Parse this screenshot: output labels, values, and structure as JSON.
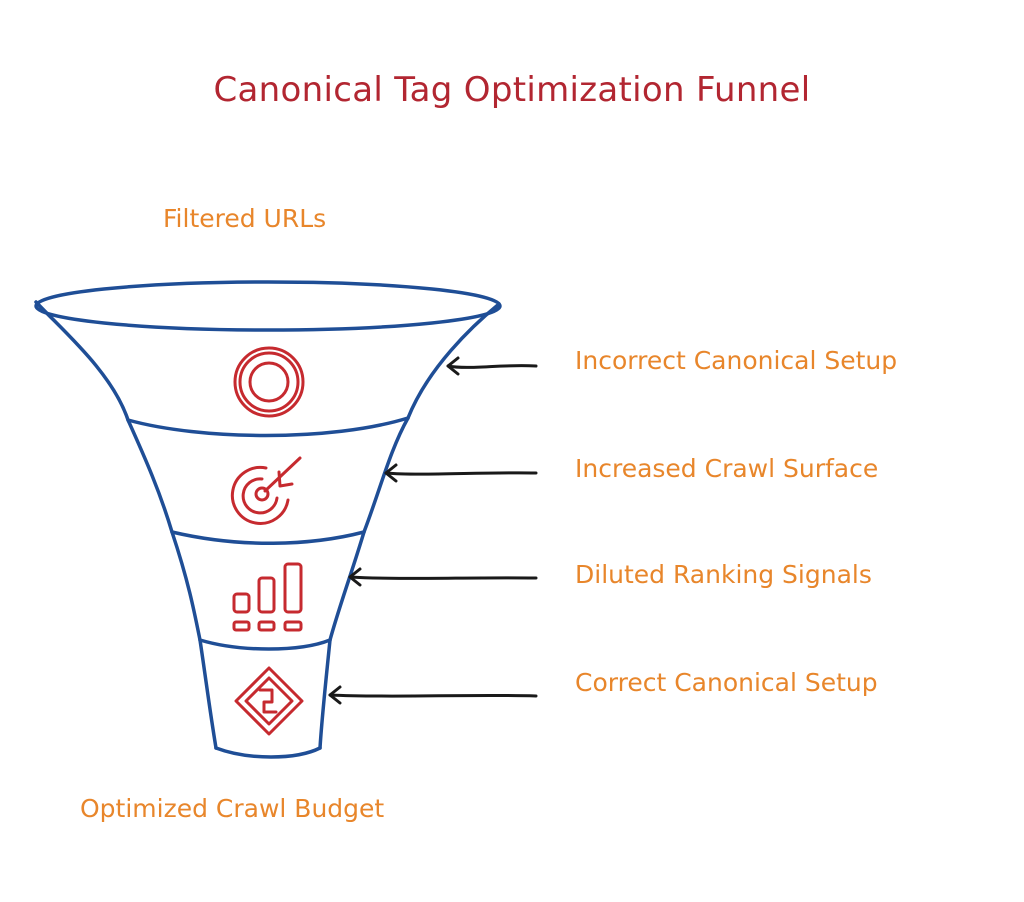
{
  "title": "Canonical Tag Optimization Funnel",
  "funnel": {
    "top_label": "Filtered URLs",
    "bottom_label": "Optimized Crawl Budget",
    "stages": [
      {
        "label": "Incorrect Canonical Setup",
        "icon": "concentric-circle-icon"
      },
      {
        "label": "Increased Crawl Surface",
        "icon": "target-arrow-icon"
      },
      {
        "label": "Diluted Ranking Signals",
        "icon": "bar-chart-icon"
      },
      {
        "label": "Correct Canonical Setup",
        "icon": "diamond-link-icon"
      }
    ]
  },
  "colors": {
    "title": "#b22631",
    "labels": "#e8862b",
    "funnel_outline": "#1f4e96",
    "icons": "#c62a2f",
    "arrows": "#1a1a1a"
  }
}
